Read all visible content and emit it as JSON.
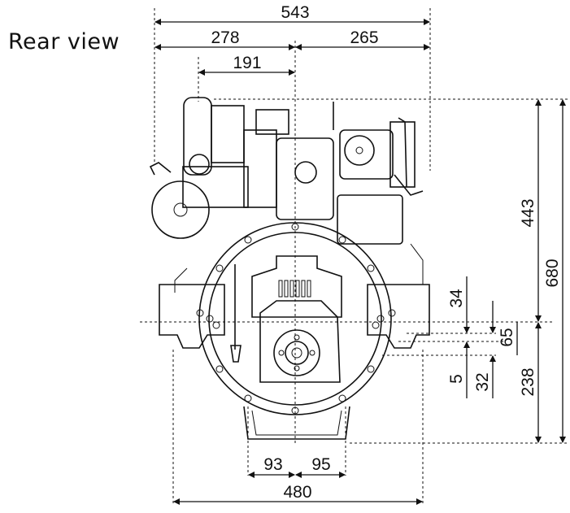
{
  "title": "Rear view",
  "dims": {
    "d543": "543",
    "d278": "278",
    "d265": "265",
    "d191": "191",
    "d443": "443",
    "d680": "680",
    "d34": "34",
    "d65": "65",
    "d5": "5",
    "d32": "32",
    "d238": "238",
    "d93": "93",
    "d95": "95",
    "d480": "480"
  }
}
